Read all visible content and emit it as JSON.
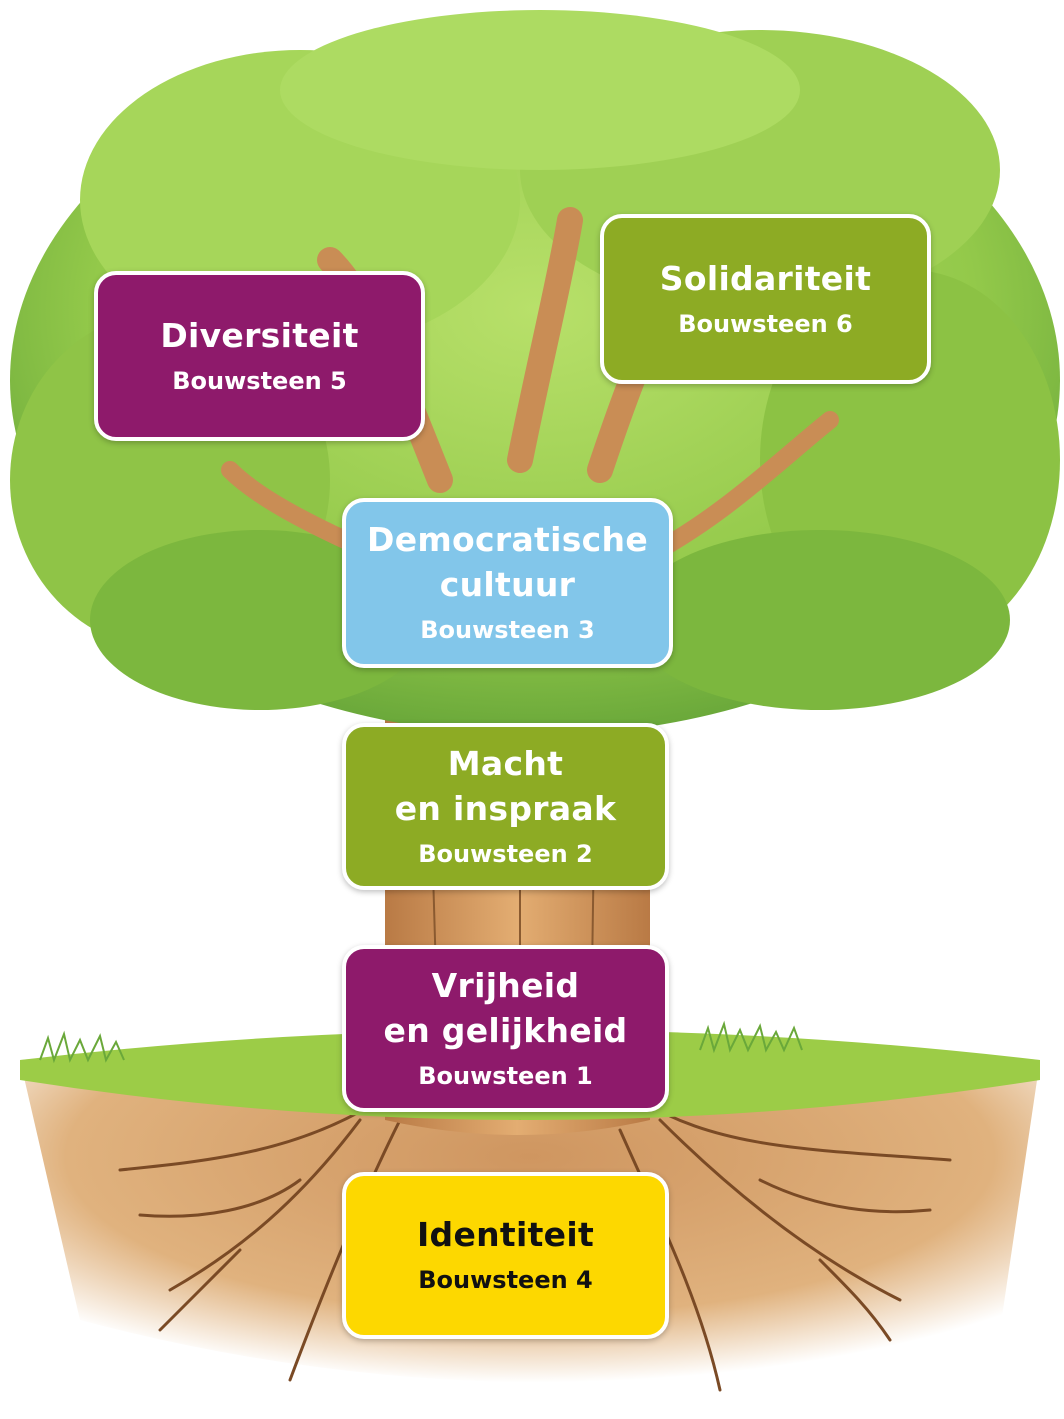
{
  "colors": {
    "purple": "#8e1a6b",
    "green": "#8dab24",
    "blue": "#82c6ea",
    "yellow": "#fdd800",
    "foliage_light": "#a7d85a",
    "foliage_dark": "#4f8d2c",
    "trunk": "#d79c63",
    "soil": "#d9a06a",
    "grass": "#9ccc47"
  },
  "blocks": {
    "b5": {
      "title": "Diversiteit",
      "subtitle": "Bouwsteen 5",
      "color": "#8e1a6b"
    },
    "b6": {
      "title": "Solidariteit",
      "subtitle": "Bouwsteen 6",
      "color": "#8dab24"
    },
    "b3": {
      "title_lines": [
        "Democratische",
        "cultuur"
      ],
      "subtitle": "Bouwsteen 3",
      "color": "#82c6ea"
    },
    "b2": {
      "title_lines": [
        "Macht",
        "en inspraak"
      ],
      "subtitle": "Bouwsteen 2",
      "color": "#8dab24"
    },
    "b1": {
      "title_lines": [
        "Vrijheid",
        "en gelijkheid"
      ],
      "subtitle": "Bouwsteen 1",
      "color": "#8e1a6b"
    },
    "b4": {
      "title": "Identiteit",
      "subtitle": "Bouwsteen 4",
      "color": "#fdd800"
    }
  }
}
